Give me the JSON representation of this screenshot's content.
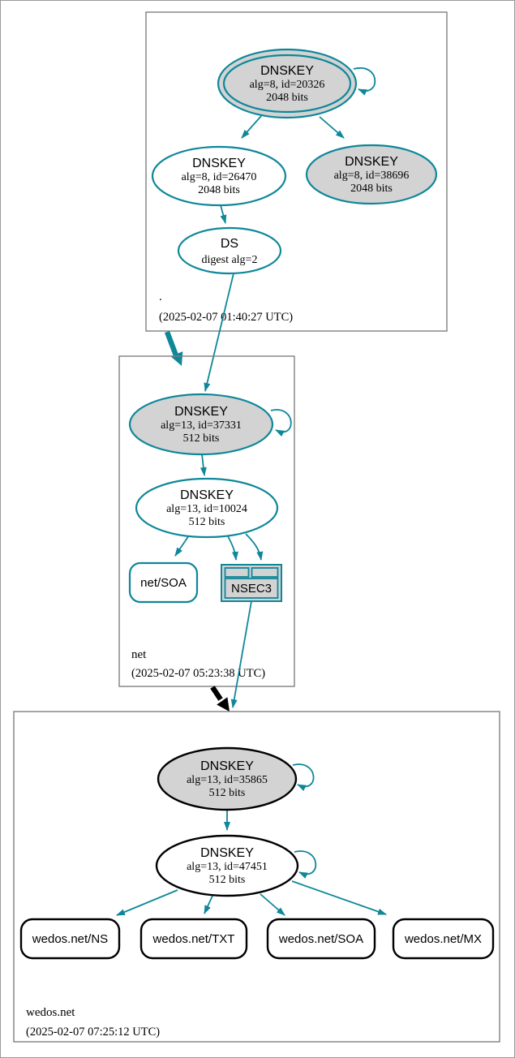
{
  "diagram": {
    "description": "DNSSEC authentication chain graph (DNSViz style) for wedos.net",
    "colors": {
      "secure_edge": "#0e8799",
      "node_fill_gray": "#d3d3d3",
      "node_stroke_black": "#000000",
      "cluster_border": "#7f7f7f"
    },
    "zones": [
      {
        "label": ".",
        "timestamp": "(2025-02-07 01:40:27 UTC)"
      },
      {
        "label": "net",
        "timestamp": "(2025-02-07 05:23:38 UTC)"
      },
      {
        "label": "wedos.net",
        "timestamp": "(2025-02-07 07:25:12 UTC)"
      }
    ],
    "nodes": {
      "root_ksk": {
        "title": "DNSKEY",
        "params": "alg=8, id=20326",
        "size": "2048 bits"
      },
      "root_zsk": {
        "title": "DNSKEY",
        "params": "alg=8, id=26470",
        "size": "2048 bits"
      },
      "root_key3": {
        "title": "DNSKEY",
        "params": "alg=8, id=38696",
        "size": "2048 bits"
      },
      "root_ds": {
        "title": "DS",
        "params": "digest alg=2"
      },
      "net_ksk": {
        "title": "DNSKEY",
        "params": "alg=13, id=37331",
        "size": "512 bits"
      },
      "net_zsk": {
        "title": "DNSKEY",
        "params": "alg=13, id=10024",
        "size": "512 bits"
      },
      "net_soa": {
        "label": "net/SOA"
      },
      "net_nsec3": {
        "label": "NSEC3"
      },
      "wedos_ksk": {
        "title": "DNSKEY",
        "params": "alg=13, id=35865",
        "size": "512 bits"
      },
      "wedos_zsk": {
        "title": "DNSKEY",
        "params": "alg=13, id=47451",
        "size": "512 bits"
      },
      "wedos_ns": {
        "label": "wedos.net/NS"
      },
      "wedos_txt": {
        "label": "wedos.net/TXT"
      },
      "wedos_soa": {
        "label": "wedos.net/SOA"
      },
      "wedos_mx": {
        "label": "wedos.net/MX"
      }
    },
    "edges": [
      {
        "from": "root_ksk",
        "to": "root_ksk"
      },
      {
        "from": "root_ksk",
        "to": "root_zsk"
      },
      {
        "from": "root_ksk",
        "to": "root_key3"
      },
      {
        "from": "root_zsk",
        "to": "root_ds"
      },
      {
        "from": "root_ds",
        "to": "net_ksk"
      },
      {
        "from": "zone_root",
        "to": "zone_net",
        "style": "thick-delegation"
      },
      {
        "from": "net_ksk",
        "to": "net_ksk"
      },
      {
        "from": "net_ksk",
        "to": "net_zsk"
      },
      {
        "from": "net_zsk",
        "to": "net_soa"
      },
      {
        "from": "net_zsk",
        "to": "net_nsec3"
      },
      {
        "from": "net_nsec3",
        "to": "zone_wedos"
      },
      {
        "from": "zone_net",
        "to": "zone_wedos",
        "style": "thick-black-delegation"
      },
      {
        "from": "wedos_ksk",
        "to": "wedos_ksk"
      },
      {
        "from": "wedos_ksk",
        "to": "wedos_zsk"
      },
      {
        "from": "wedos_zsk",
        "to": "wedos_zsk"
      },
      {
        "from": "wedos_zsk",
        "to": "wedos_ns"
      },
      {
        "from": "wedos_zsk",
        "to": "wedos_txt"
      },
      {
        "from": "wedos_zsk",
        "to": "wedos_soa"
      },
      {
        "from": "wedos_zsk",
        "to": "wedos_mx"
      }
    ]
  }
}
